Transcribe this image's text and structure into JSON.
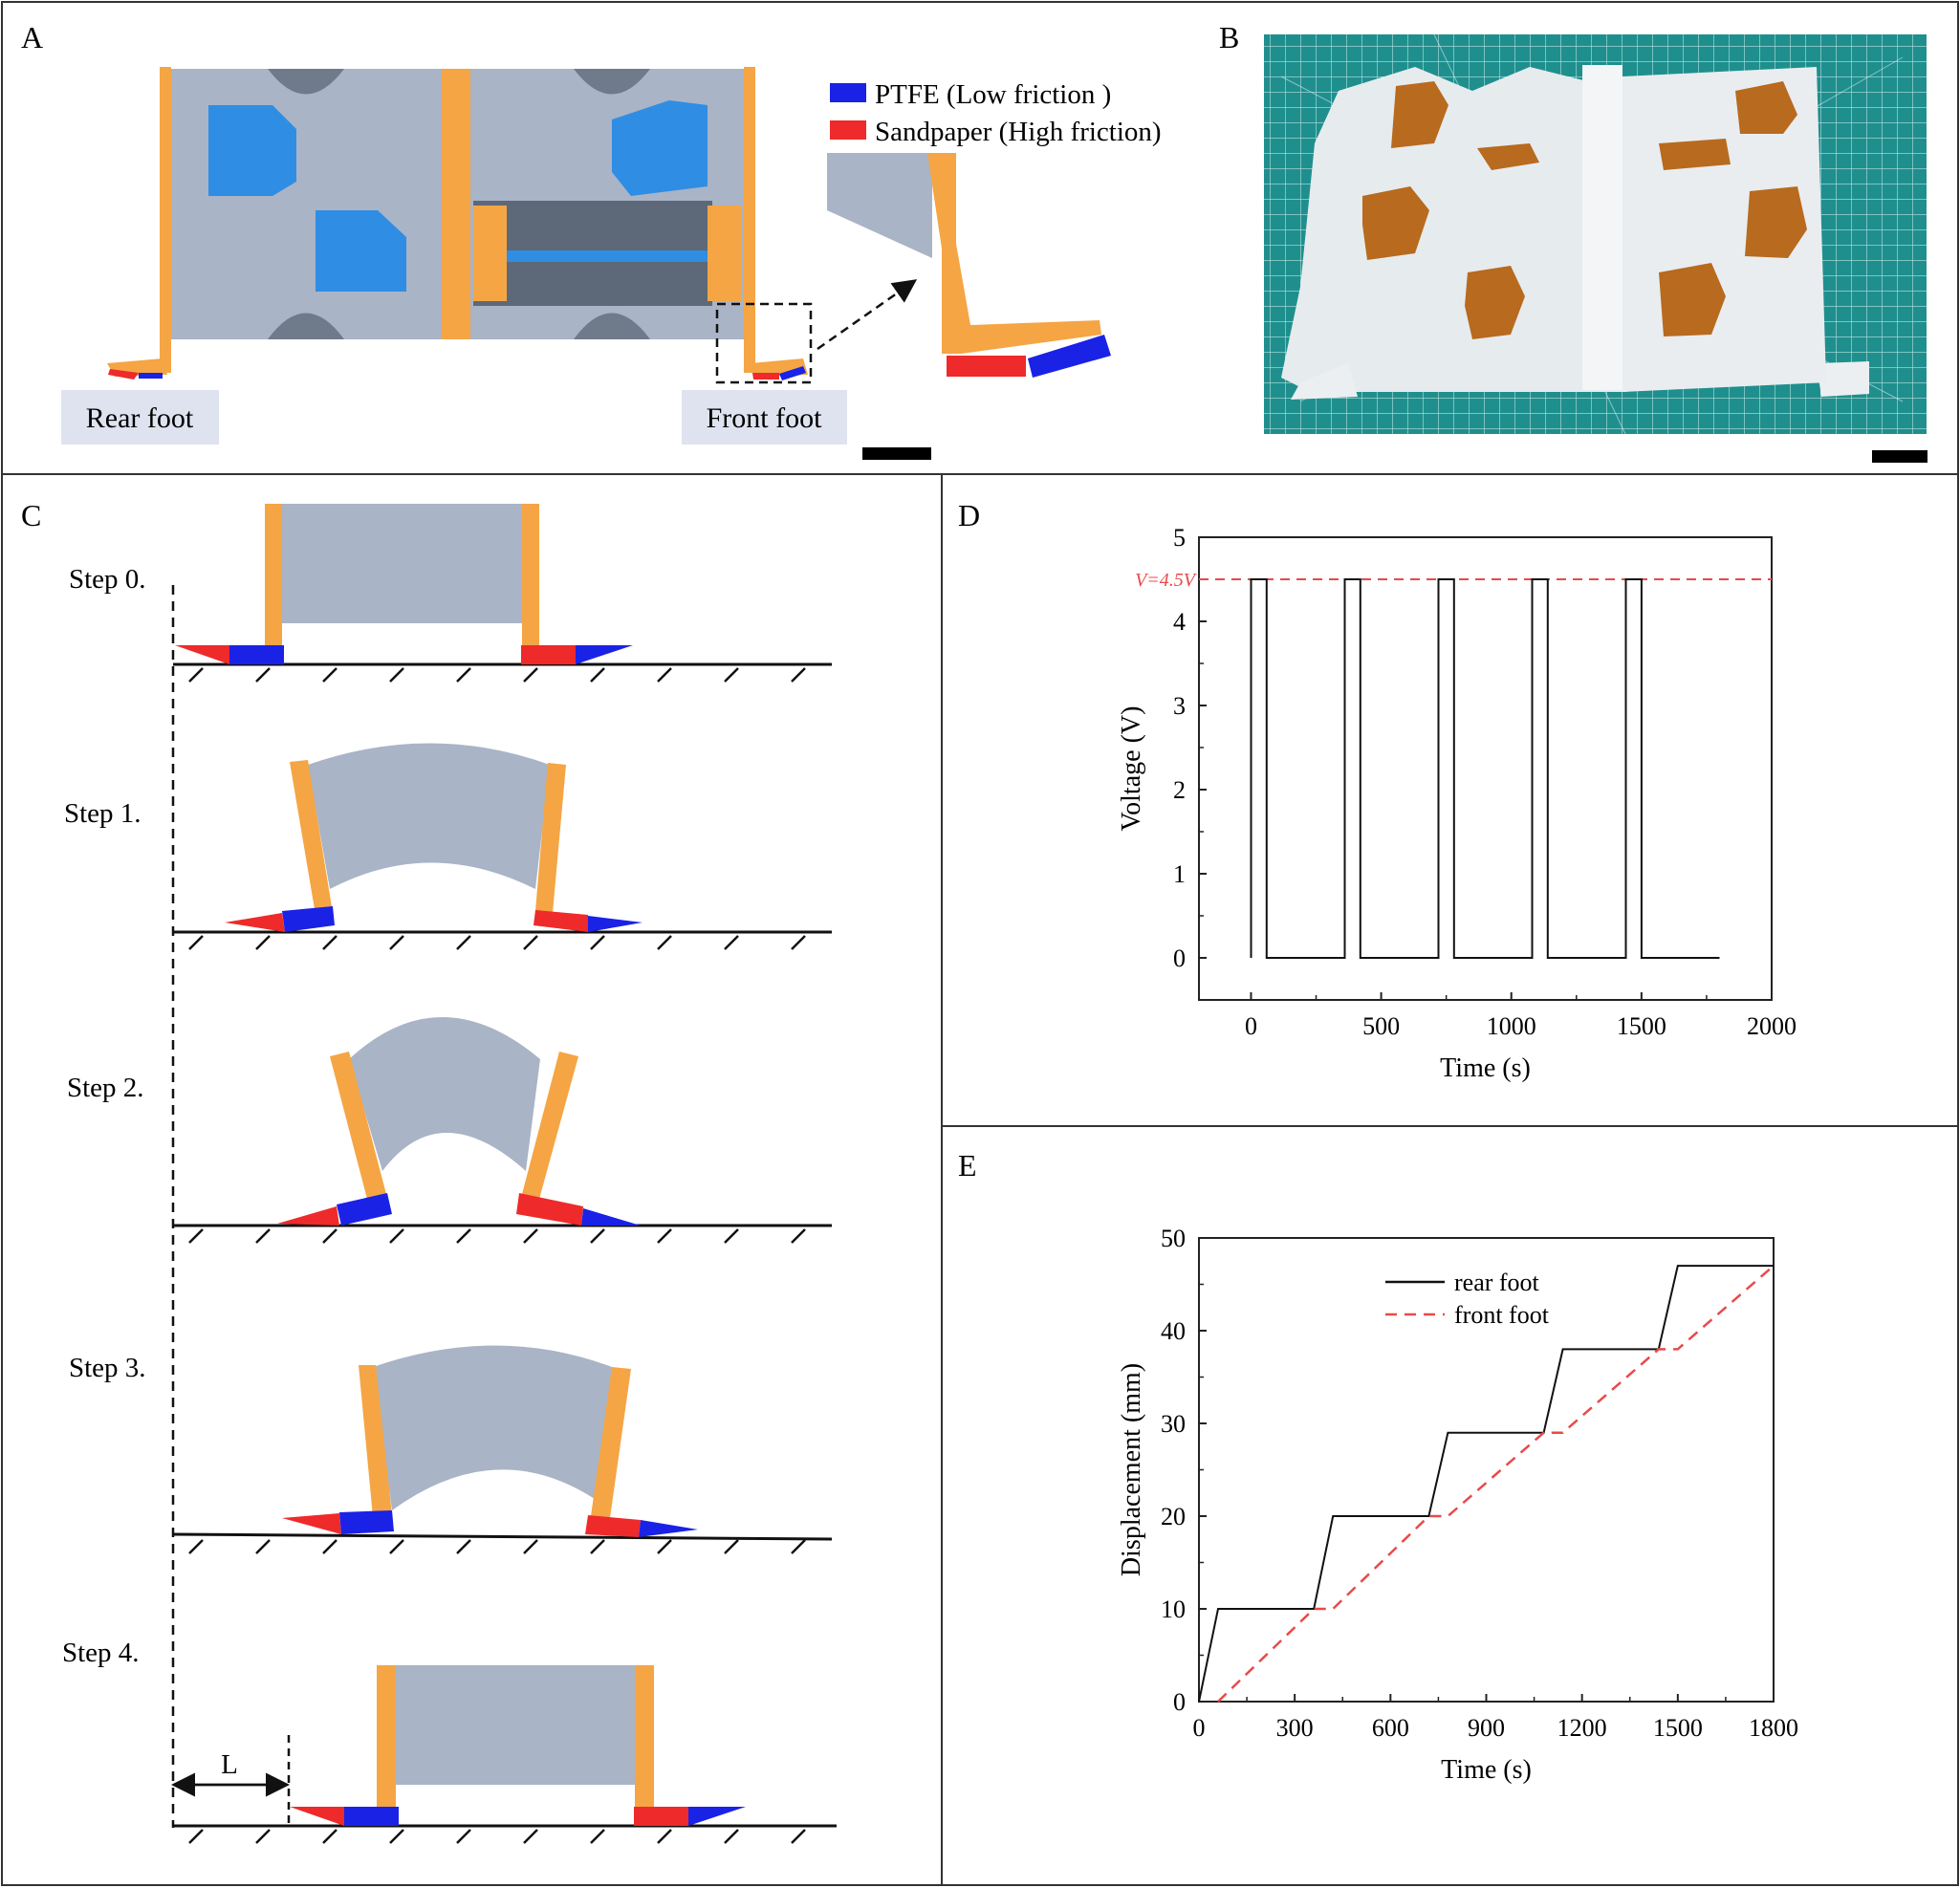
{
  "panels": {
    "A": {
      "letter": "A",
      "legend": [
        {
          "label": "PTFE (Low friction )",
          "color": "#1a22e6"
        },
        {
          "label": "Sandpaper (High friction)",
          "color": "#ee2a2a"
        }
      ],
      "rear_foot_label": "Rear foot",
      "front_foot_label": "Front foot"
    },
    "B": {
      "letter": "B"
    },
    "C": {
      "letter": "C",
      "steps": [
        "Step 0.",
        "Step 1.",
        "Step 2.",
        "Step 3.",
        "Step 4."
      ],
      "distance_label": "L"
    },
    "D": {
      "letter": "D",
      "ref_label": "V=4.5V"
    },
    "E": {
      "letter": "E"
    }
  },
  "colors": {
    "body": "#a9b4c6",
    "leg": "#f5a544",
    "ptfe": "#1a22e6",
    "sandpaper": "#ee2a2a",
    "window": "#2f8de4",
    "mat": "#1f8f8e"
  },
  "chart_data": [
    {
      "panel": "D",
      "type": "line",
      "xlabel": "Time (s)",
      "ylabel": "Voltage (V)",
      "xlim": [
        -200,
        2000
      ],
      "ylim": [
        -0.5,
        5
      ],
      "xticks": [
        0,
        500,
        1000,
        1500,
        2000
      ],
      "yticks": [
        0,
        1,
        2,
        3,
        4,
        5
      ],
      "reference_line": {
        "y": 4.5,
        "label": "V=4.5V",
        "style": "dashed",
        "color": "#e84a4a"
      },
      "series": [
        {
          "color": "#111111",
          "x": [
            0,
            0,
            60,
            60,
            360,
            360,
            420,
            420,
            720,
            720,
            780,
            780,
            1080,
            1080,
            1140,
            1140,
            1440,
            1440,
            1500,
            1500,
            1800
          ],
          "y": [
            0,
            4.5,
            4.5,
            0,
            0,
            4.5,
            4.5,
            0,
            0,
            4.5,
            4.5,
            0,
            0,
            4.5,
            4.5,
            0,
            0,
            4.5,
            4.5,
            0,
            0
          ]
        }
      ]
    },
    {
      "panel": "E",
      "type": "line",
      "xlabel": "Time (s)",
      "ylabel": "Displacement (mm)",
      "xlim": [
        0,
        1800
      ],
      "ylim": [
        0,
        50
      ],
      "xticks": [
        0,
        300,
        600,
        900,
        1200,
        1500,
        1800
      ],
      "yticks": [
        0,
        10,
        20,
        30,
        40,
        50
      ],
      "legend": "top-left",
      "series": [
        {
          "name": "rear foot",
          "color": "#111111",
          "style": "solid",
          "x": [
            0,
            60,
            360,
            420,
            720,
            780,
            1080,
            1140,
            1440,
            1500,
            1800
          ],
          "y": [
            0,
            10,
            10,
            20,
            20,
            29,
            29,
            38,
            38,
            47,
            47
          ]
        },
        {
          "name": "front foot",
          "color": "#e84a4a",
          "style": "dashed",
          "x": [
            60,
            360,
            420,
            720,
            780,
            1080,
            1140,
            1440,
            1500,
            1800
          ],
          "y": [
            0,
            10,
            10,
            20,
            20,
            29,
            29,
            38,
            38,
            47
          ]
        }
      ]
    }
  ]
}
